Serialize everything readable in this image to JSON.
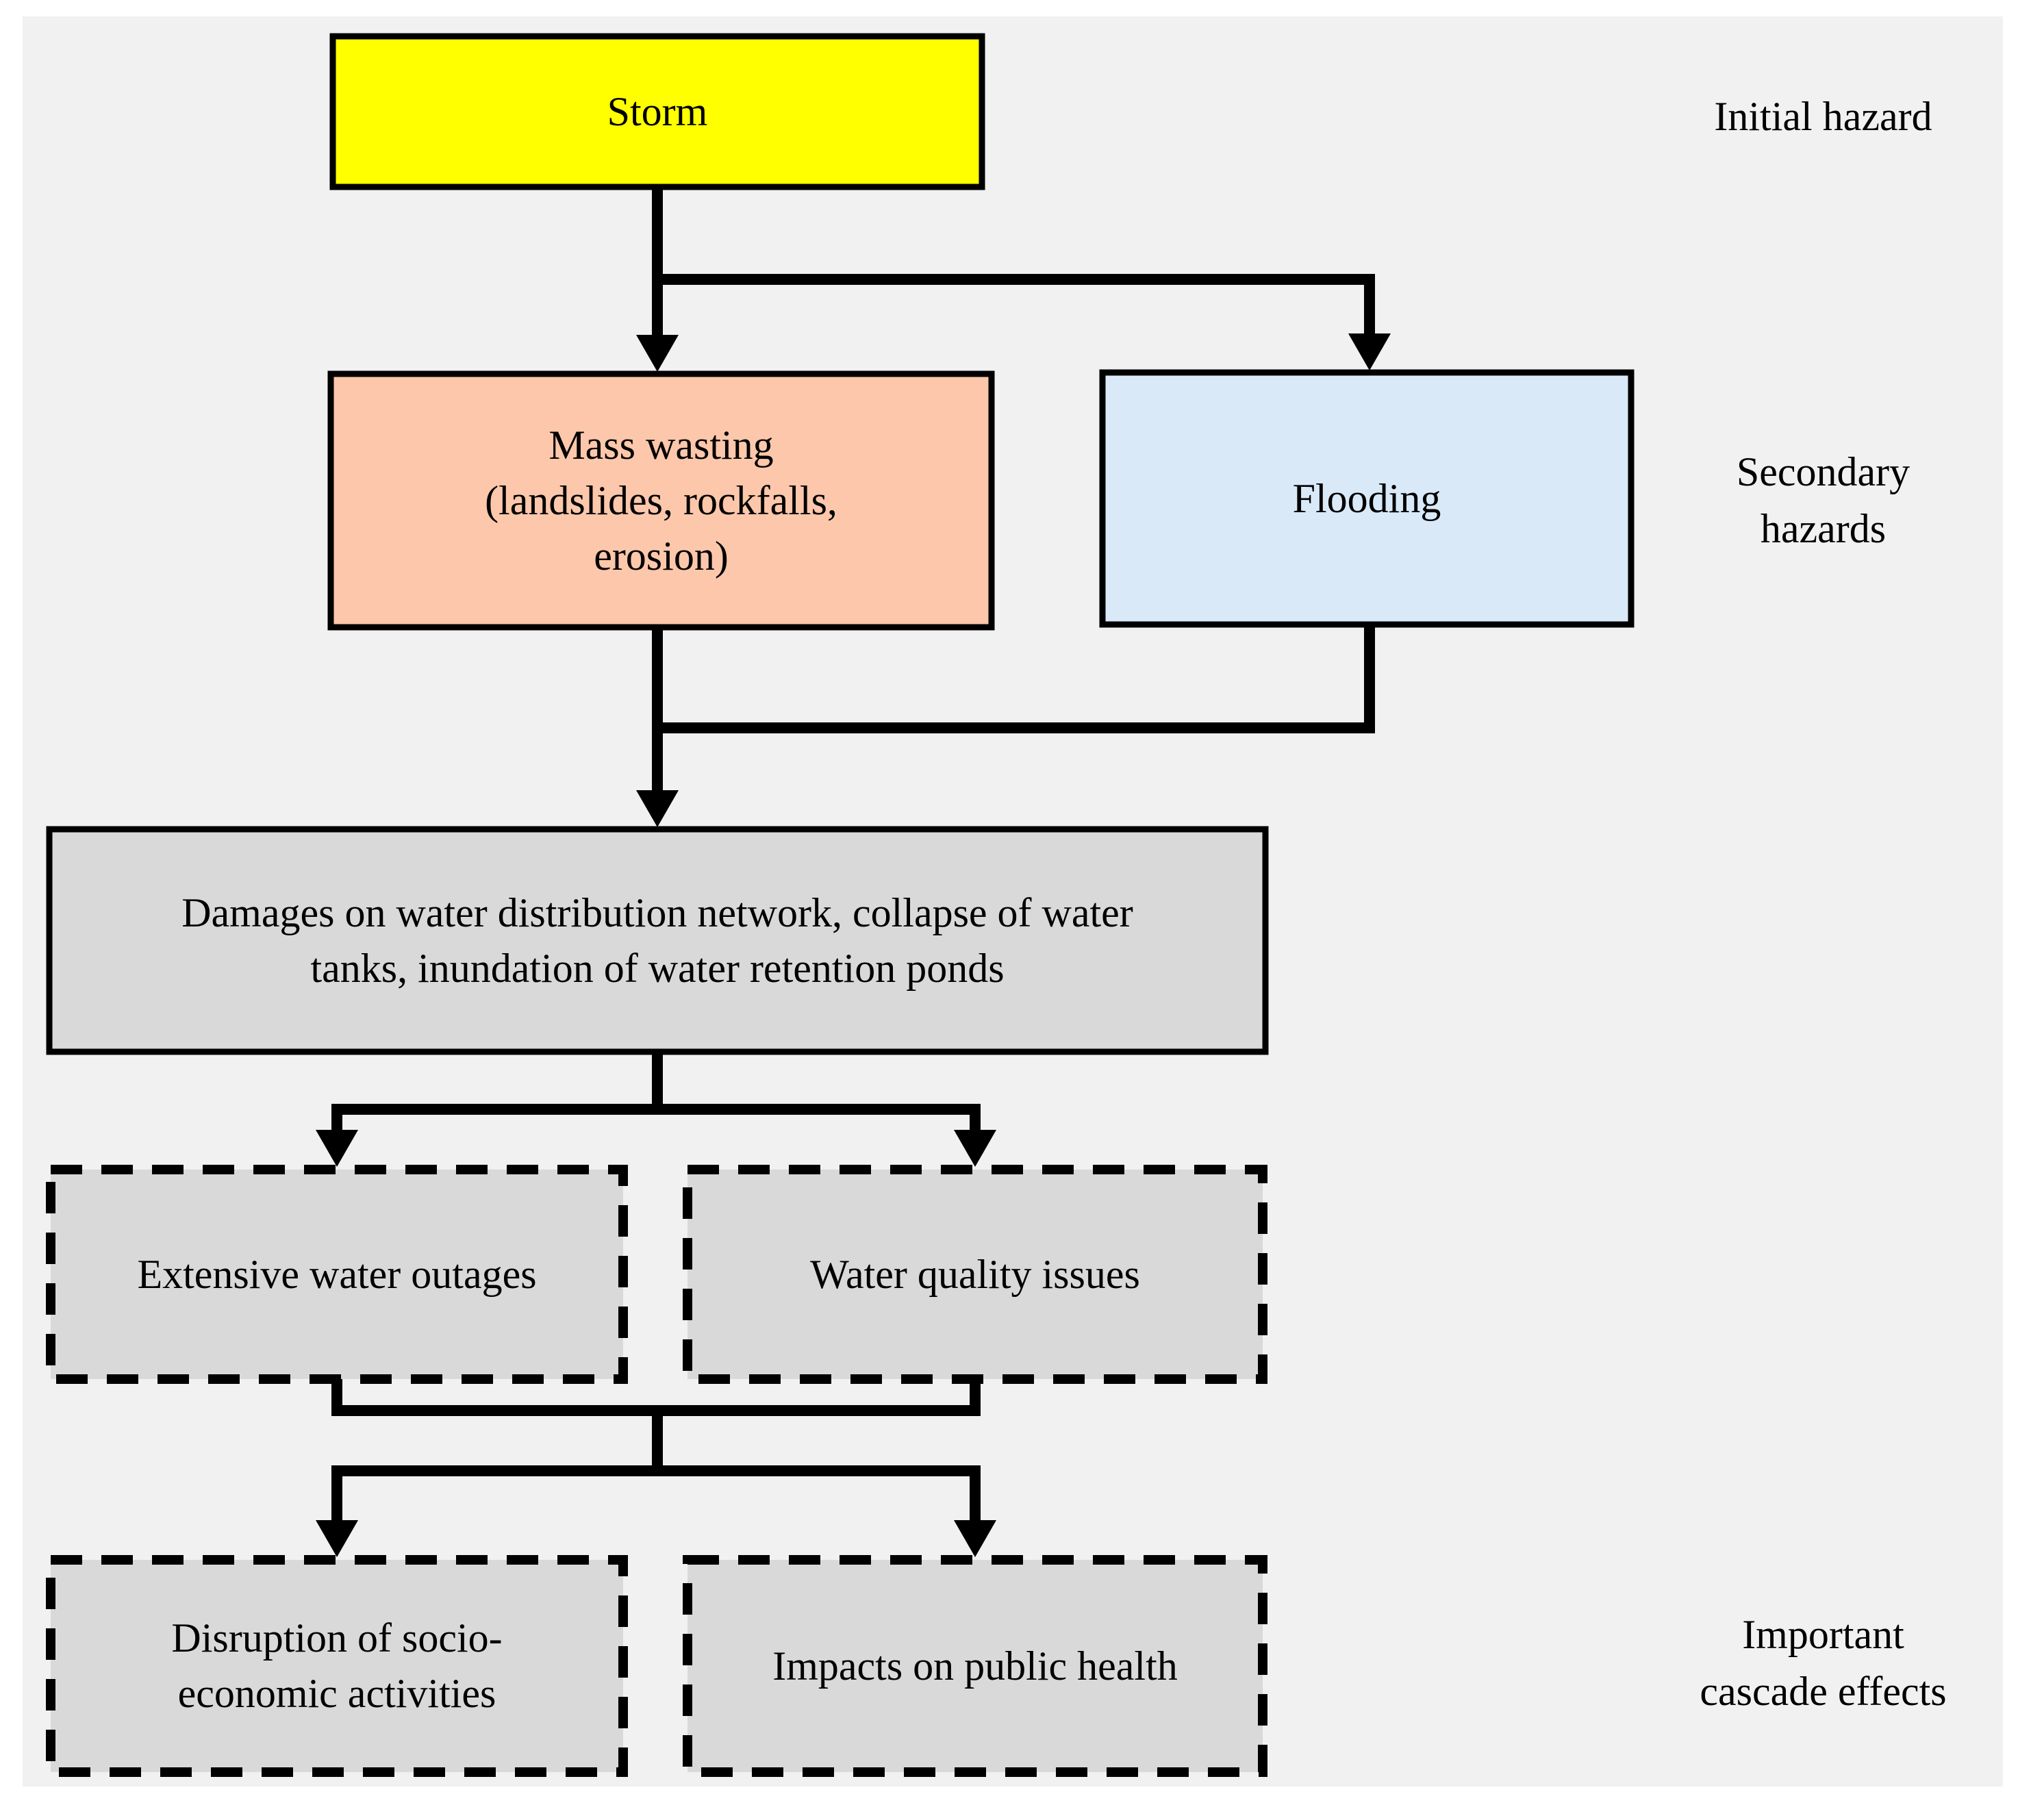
{
  "boxes": {
    "storm": {
      "label": "Storm",
      "fill": "#ffff00"
    },
    "mass_wasting": {
      "label": "Mass wasting\n(landslides, rockfalls,\nerosion)",
      "fill": "#fcc7aa"
    },
    "flooding": {
      "label": "Flooding",
      "fill": "#d9e9f8"
    },
    "damages": {
      "label": "Damages on water distribution network, collapse of water\ntanks, inundation of water retention ponds",
      "fill": "#d9d9d9"
    },
    "water_outages": {
      "label": "Extensive water outages",
      "fill": "#d9d9d9"
    },
    "water_quality": {
      "label": "Water quality issues",
      "fill": "#d9d9d9"
    },
    "socio_economic": {
      "label": "Disruption of socio-\neconomic activities",
      "fill": "#d9d9d9"
    },
    "public_health": {
      "label": "Impacts on public health",
      "fill": "#d9d9d9"
    }
  },
  "annotations": {
    "initial_hazard": "Initial hazard",
    "secondary_hazards": "Secondary\nhazards",
    "cascade_effects": "Important\ncascade effects"
  },
  "colors": {
    "figure_background": "#f1f1f2",
    "page_background": "#ffffff",
    "line": "#000000",
    "text": "#000000"
  }
}
